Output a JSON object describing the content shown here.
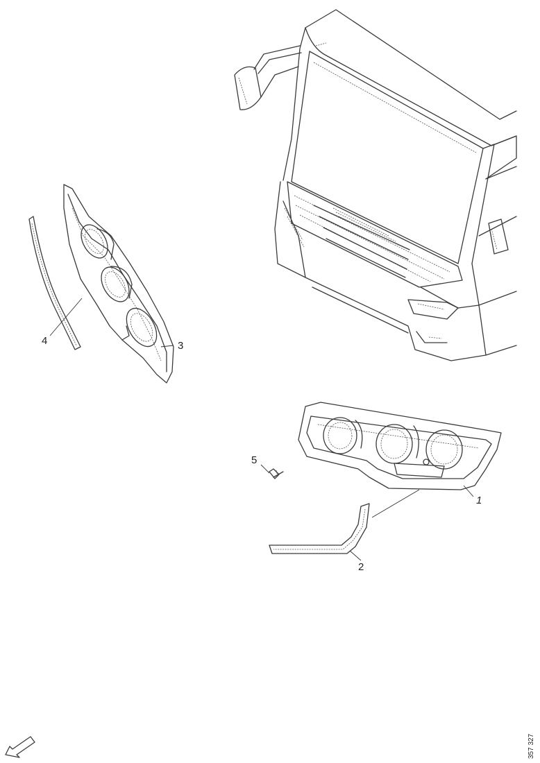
{
  "callouts": {
    "c1": "1",
    "c2": "2",
    "c3": "3",
    "c4": "4",
    "c5": "5"
  },
  "document_number": "357 327",
  "icons": {
    "orientation": "direction-arrow-icon"
  },
  "colors": {
    "line": "#3a3a3a",
    "background": "#ffffff"
  }
}
